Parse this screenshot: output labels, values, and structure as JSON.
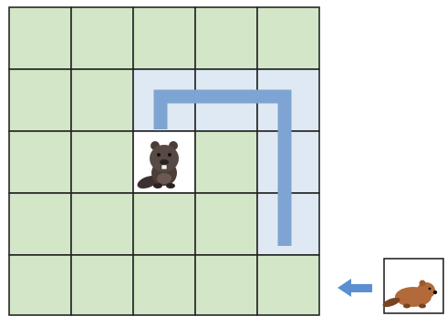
{
  "board": {
    "rows": 5,
    "cols": 5,
    "cells": [
      [
        "green",
        "green",
        "green",
        "green",
        "green"
      ],
      [
        "green",
        "green",
        "tint",
        "tint",
        "tint"
      ],
      [
        "green",
        "green",
        "white",
        "green",
        "tint"
      ],
      [
        "green",
        "green",
        "green",
        "green",
        "tint"
      ],
      [
        "green",
        "green",
        "green",
        "green",
        "green"
      ]
    ],
    "path": [
      [
        4,
        3
      ],
      [
        4,
        1
      ],
      [
        2,
        1
      ],
      [
        2,
        2
      ]
    ],
    "beaver_position": [
      2,
      2
    ]
  },
  "colors": {
    "grid_green": "#d3e6c8",
    "path_tint": "#dfe9f3",
    "path_line": "#7ea4d3",
    "arrow": "#5b8fd0",
    "beaver_dark": "#4a3e37",
    "beaver_orange": "#b26a3a"
  },
  "icons": {
    "board_piece": "beaver-icon",
    "incoming_arrow": "arrow-left-icon",
    "next_piece": "beaver-icon"
  }
}
